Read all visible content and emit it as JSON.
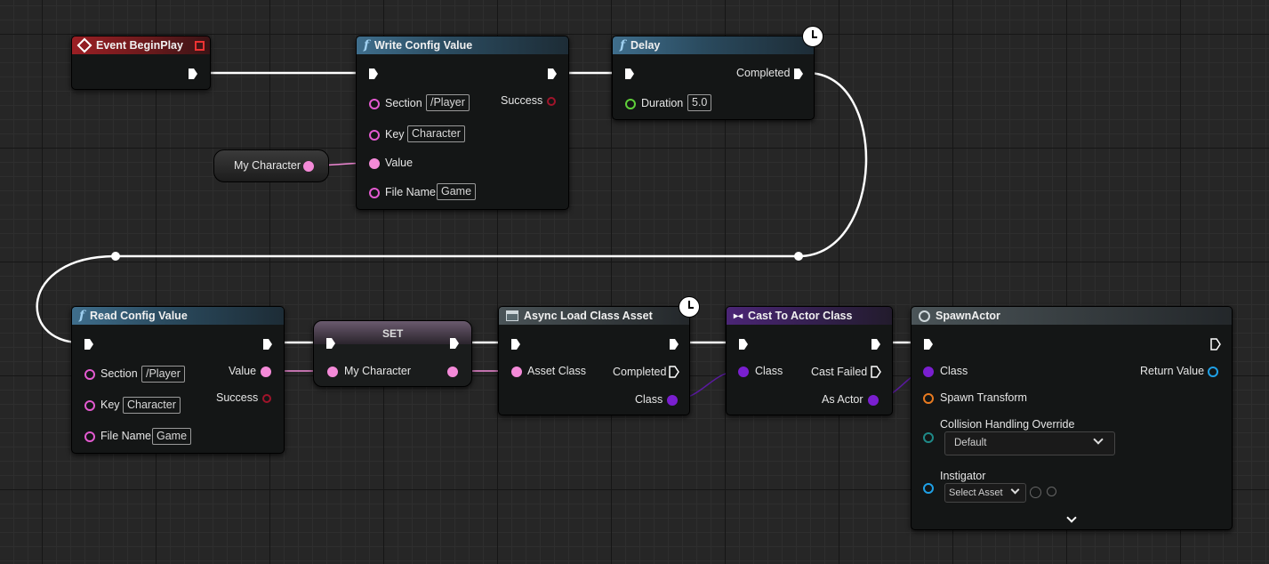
{
  "nodes": {
    "event_begin_play": {
      "title": "Event BeginPlay"
    },
    "write_config": {
      "title": "Write Config Value",
      "section_label": "Section",
      "section_value": "/Player",
      "key_label": "Key",
      "key_value": "Character",
      "value_label": "Value",
      "filename_label": "File Name",
      "filename_value": "Game",
      "success_label": "Success"
    },
    "delay": {
      "title": "Delay",
      "completed_label": "Completed",
      "duration_label": "Duration",
      "duration_value": "5.0"
    },
    "my_character_getter": {
      "label": "My Character"
    },
    "read_config": {
      "title": "Read Config Value",
      "section_label": "Section",
      "section_value": "/Player",
      "key_label": "Key",
      "key_value": "Character",
      "filename_label": "File Name",
      "filename_value": "Game",
      "value_label": "Value",
      "success_label": "Success"
    },
    "set": {
      "title": "SET",
      "var_label": "My Character"
    },
    "async_load": {
      "title": "Async Load Class Asset",
      "asset_class_label": "Asset Class",
      "completed_label": "Completed",
      "class_label": "Class"
    },
    "cast": {
      "title": "Cast To Actor Class",
      "class_label": "Class",
      "cast_failed_label": "Cast Failed",
      "as_actor_label": "As Actor"
    },
    "spawn_actor": {
      "title": "SpawnActor",
      "class_label": "Class",
      "return_label": "Return Value",
      "spawn_transform_label": "Spawn Transform",
      "collision_label": "Collision Handling Override",
      "collision_value": "Default",
      "instigator_label": "Instigator",
      "instigator_value": "Select Asset"
    }
  },
  "colors": {
    "exec": "#ffffff",
    "string": "#f48ad8",
    "class": "#7a1fd0",
    "float": "#5fcf3a",
    "bool": "#a0142a",
    "transform": "#e87a20",
    "object": "#1fa0e6",
    "enum": "#1f8a88"
  }
}
